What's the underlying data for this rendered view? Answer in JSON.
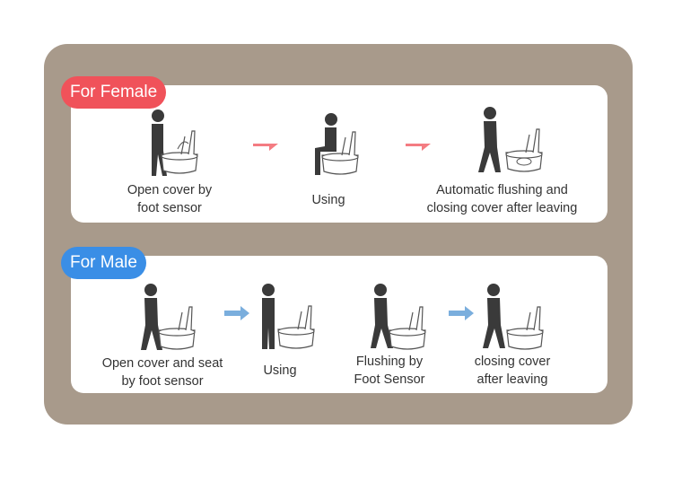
{
  "female": {
    "tag": "For Female",
    "steps": [
      {
        "caption_line1": "Open cover by",
        "caption_line2": "foot sensor",
        "icon": "person-standing-foot-sensor-icon"
      },
      {
        "caption_line1": "Using",
        "caption_line2": "",
        "icon": "person-seated-toilet-icon"
      },
      {
        "caption_line1": "Automatic flushing and",
        "caption_line2": "closing cover after leaving",
        "icon": "person-walking-away-flush-icon"
      }
    ],
    "arrow_color": "#f0525a"
  },
  "male": {
    "tag": "For Male",
    "steps": [
      {
        "caption_line1": "Open cover and seat",
        "caption_line2": "by foot sensor",
        "icon": "person-standing-foot-sensor-icon"
      },
      {
        "caption_line1": "Using",
        "caption_line2": "",
        "icon": "person-standing-toilet-icon"
      },
      {
        "caption_line1": "Flushing by",
        "caption_line2": "Foot Sensor",
        "icon": "person-foot-flush-icon"
      },
      {
        "caption_line1": "closing cover",
        "caption_line2": "after leaving",
        "icon": "person-walking-away-icon"
      }
    ],
    "arrow_color": "#3a8ee6"
  },
  "colors": {
    "frame": "#a89a8b",
    "female": "#f0525a",
    "male": "#3a8ee6",
    "figure": "#3a3a3a"
  }
}
